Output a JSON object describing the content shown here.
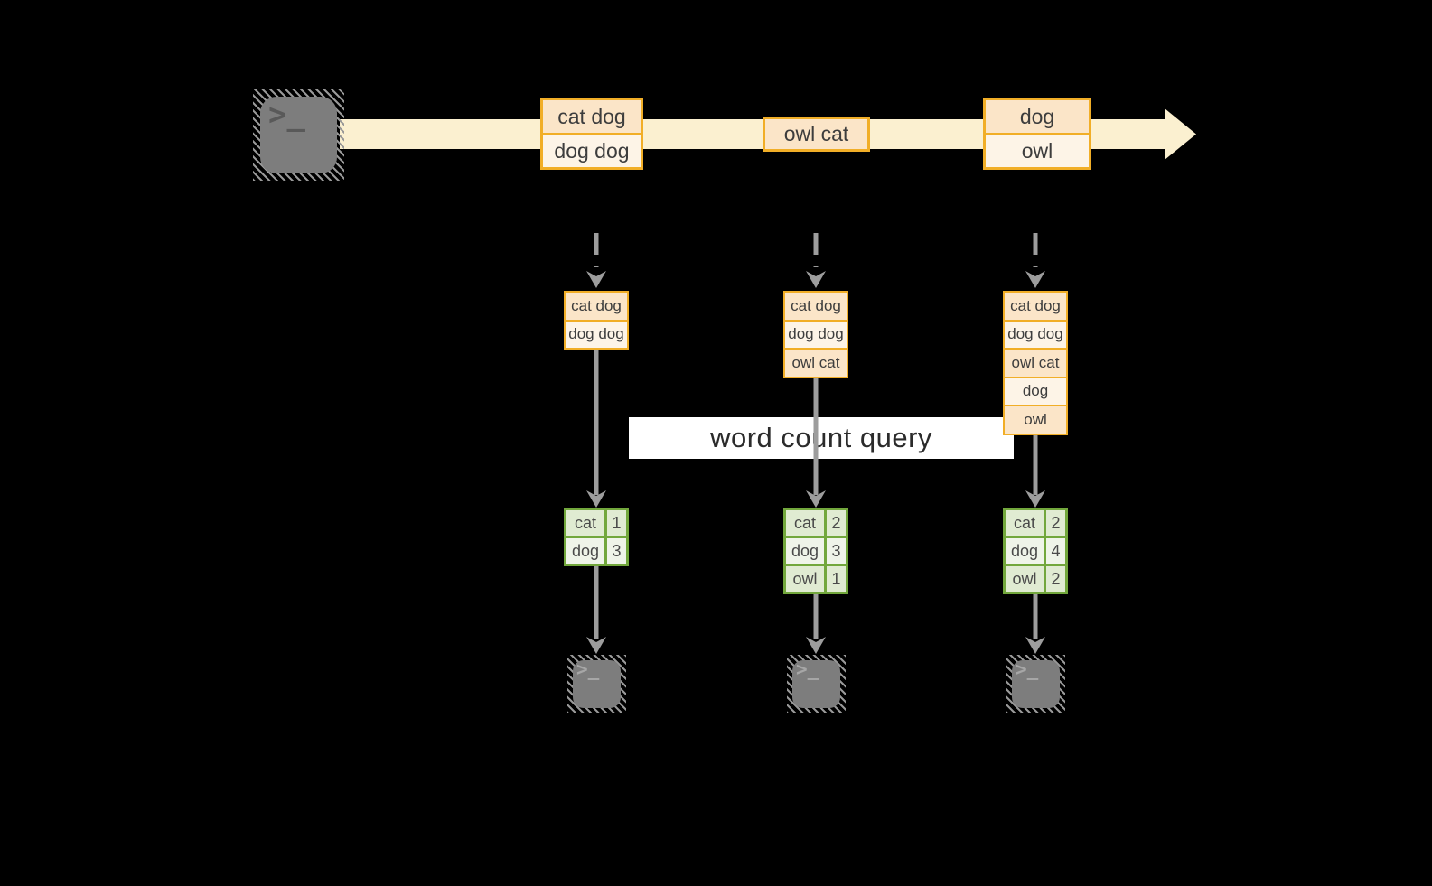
{
  "palette": {
    "background": "#000000",
    "orange_border": "#f1ae27",
    "peach_dark": "#fbe5c8",
    "peach_light": "#fdf4e7",
    "stream_band": "#fbf0d0",
    "green_border": "#72a73c",
    "green_fill_dark": "#e0ebd2",
    "green_fill_light": "#eff4e9",
    "arrow_gray": "#9d9d9d",
    "terminal_gray": "#7d7d7d",
    "text": "#3d3d3d"
  },
  "source": {
    "glyph": ">_"
  },
  "timeline": {
    "batches": [
      {
        "items": [
          "cat dog",
          "dog dog"
        ]
      },
      {
        "items": [
          "owl cat"
        ]
      },
      {
        "items": [
          "dog",
          "owl"
        ]
      }
    ]
  },
  "query_banner": {
    "label": "word count query"
  },
  "pipelines": [
    {
      "buffer": [
        "cat dog",
        "dog dog"
      ],
      "counts": [
        {
          "word": "cat",
          "count": "1"
        },
        {
          "word": "dog",
          "count": "3"
        }
      ],
      "sink_glyph": ">_"
    },
    {
      "buffer": [
        "cat dog",
        "dog dog",
        "owl cat"
      ],
      "counts": [
        {
          "word": "cat",
          "count": "2"
        },
        {
          "word": "dog",
          "count": "3"
        },
        {
          "word": "owl",
          "count": "1"
        }
      ],
      "sink_glyph": ">_"
    },
    {
      "buffer": [
        "cat dog",
        "dog dog",
        "owl cat",
        "dog",
        "owl"
      ],
      "counts": [
        {
          "word": "cat",
          "count": "2"
        },
        {
          "word": "dog",
          "count": "4"
        },
        {
          "word": "owl",
          "count": "2"
        }
      ],
      "sink_glyph": ">_"
    }
  ]
}
